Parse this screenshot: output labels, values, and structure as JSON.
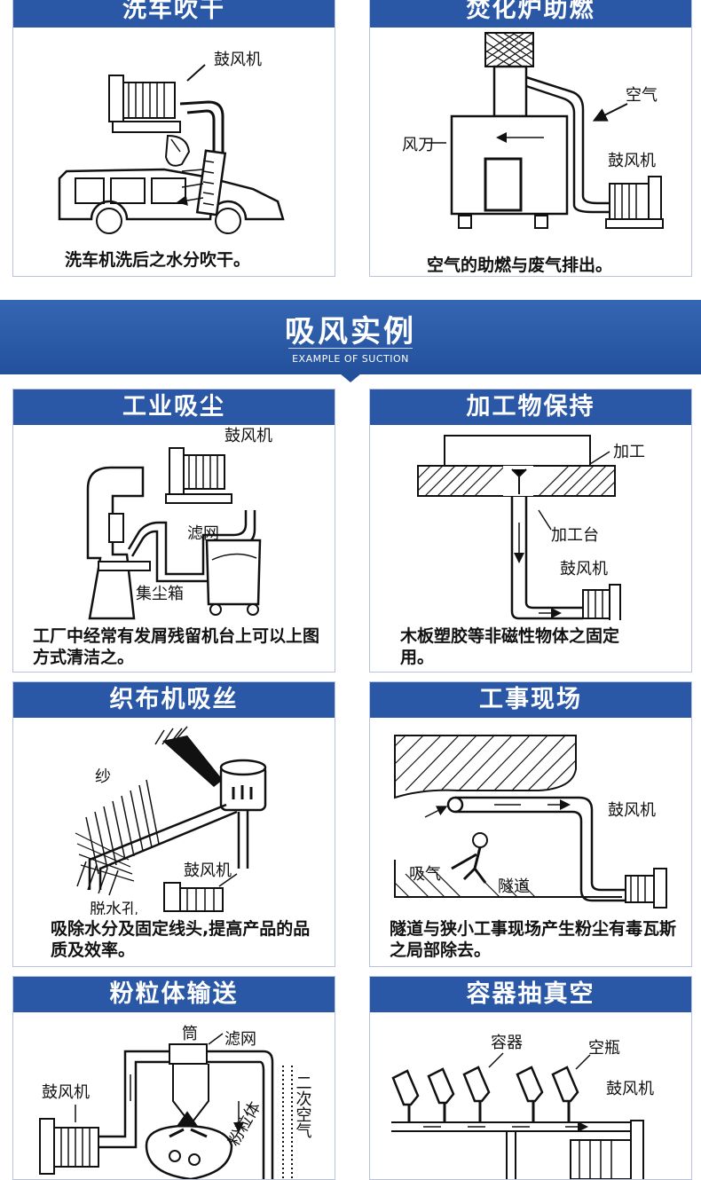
{
  "top_cards": [
    {
      "title": "洗车吹干",
      "labels": {
        "blower": "鼓风机"
      },
      "caption": "洗车机洗后之水分吹干。"
    },
    {
      "title": "焚化炉助燃",
      "labels": {
        "air": "空气",
        "knife": "风刀",
        "blower": "鼓风机"
      },
      "caption": "空气的助燃与废气排出。"
    }
  ],
  "banner": {
    "title": "吸风实例",
    "subtitle": "EXAMPLE OF SUCTION"
  },
  "cards": [
    {
      "title": "工业吸尘",
      "labels": {
        "blower": "鼓风机",
        "filter": "滤网",
        "box": "集尘箱"
      },
      "caption": "工厂中经常有发屑残留机台上可以上图方式清洁之。"
    },
    {
      "title": "加工物保持",
      "labels": {
        "work": "加工",
        "table": "加工台",
        "blower": "鼓风机"
      },
      "caption": "木板塑胶等非磁性物体之固定用。"
    },
    {
      "title": "织布机吸丝",
      "labels": {
        "yarn": "纱",
        "blower": "鼓风机",
        "hole": "脱水孔"
      },
      "caption": "吸除水分及固定线头,提高产品的品质及效率。"
    },
    {
      "title": "工事现场",
      "labels": {
        "blower": "鼓风机",
        "suck": "吸气",
        "tunnel": "隧道"
      },
      "caption": "隧道与狭小工事现场产生粉尘有毒瓦斯之局部除去。"
    },
    {
      "title": "粉粒体输送",
      "labels": {
        "blower": "鼓风机",
        "tube": "筒",
        "filter": "滤网",
        "powder": "粉粒体",
        "air2": "二次空气"
      },
      "caption": ""
    },
    {
      "title": "容器抽真空",
      "labels": {
        "container": "容器",
        "bottle": "空瓶",
        "blower": "鼓风机"
      },
      "caption": ""
    }
  ],
  "colors": {
    "header_blue": "#2a58a6",
    "banner_blue": "#23509b",
    "border": "#b9c3dc"
  }
}
